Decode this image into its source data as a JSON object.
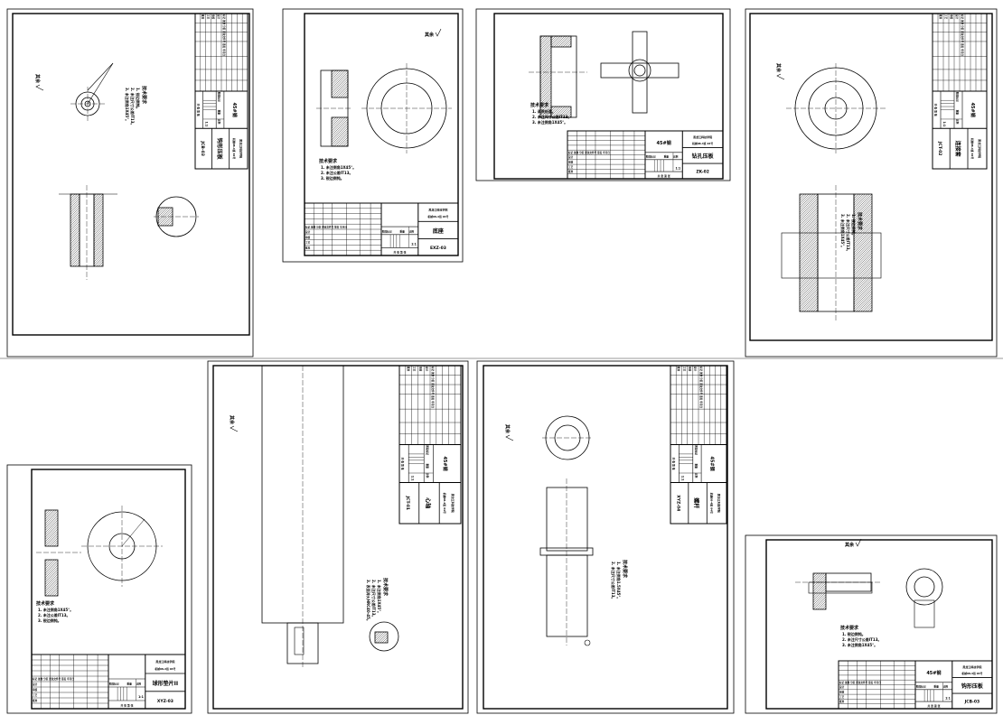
{
  "common": {
    "school": "黑龙江科技学院",
    "class_no": "机械08-4班 04号",
    "scale": "1:1",
    "tech_title": "技术要求",
    "stage_headers": [
      "阶段标记",
      "重量",
      "比例"
    ],
    "sheet_count": "共 张  第 张",
    "rev_row": "标记 处数 分区 更改文件号 签名 年月日",
    "roles": [
      "设计",
      "审核",
      "工艺",
      "批准"
    ],
    "roughness": "其余"
  },
  "sheets": [
    {
      "id": "s1",
      "name": "钩形压板",
      "number": "JCB-03",
      "material": "45#钢",
      "tech": [
        "1. 锐边倒钝。",
        "2. 未注尺寸公差IT13。",
        "3. 未注倒角1X45°。"
      ]
    },
    {
      "id": "s2",
      "name": "底座",
      "number": "EXZ-03",
      "material": "",
      "tech": [
        "1. 未注倒角1X45°。",
        "2. 未注公差IT13。",
        "3. 锐边倒钝。"
      ]
    },
    {
      "id": "s3",
      "name": "钻孔压板",
      "number": "ZK-02",
      "material": "45#钢",
      "tech": [
        "1. 调质处理。",
        "2. 未注尺寸公差IT13。",
        "3. 未注倒角1X45°。"
      ]
    },
    {
      "id": "s4",
      "name": "连接套",
      "number": "JCT-02",
      "material": "45#钢",
      "tech": [
        "1. 锐边倒钝。",
        "2. 未注尺寸公差IT13。",
        "3. 未注倒角1X45°。"
      ]
    },
    {
      "id": "s5",
      "name": "球形垫片II",
      "number": "XYZ-03",
      "material": "",
      "tech": [
        "1. 未注倒角1X45°。",
        "2. 未注公差IT13。",
        "3. 锐边倒钝。"
      ]
    },
    {
      "id": "s6",
      "name": "心轴",
      "number": "JCT-01",
      "material": "45#钢",
      "tech": [
        "1. 未注倒角1X45°。",
        "2. 未注尺寸公差IT13。",
        "3. 表面淬火HRC40-45。"
      ]
    },
    {
      "id": "s7",
      "name": "螺杆",
      "number": "XYZ-04",
      "material": "45#钢",
      "tech": [
        "1. 未注倒角1.5X45°。",
        "2. 未注尺寸公差IT13。"
      ]
    },
    {
      "id": "s8",
      "name": "钩形压板",
      "number": "JCB-03",
      "material": "45#钢",
      "tech": [
        "1. 锐边倒钝。",
        "2. 未注尺寸公差IT13。",
        "3. 未注倒角1X45°。"
      ]
    }
  ]
}
